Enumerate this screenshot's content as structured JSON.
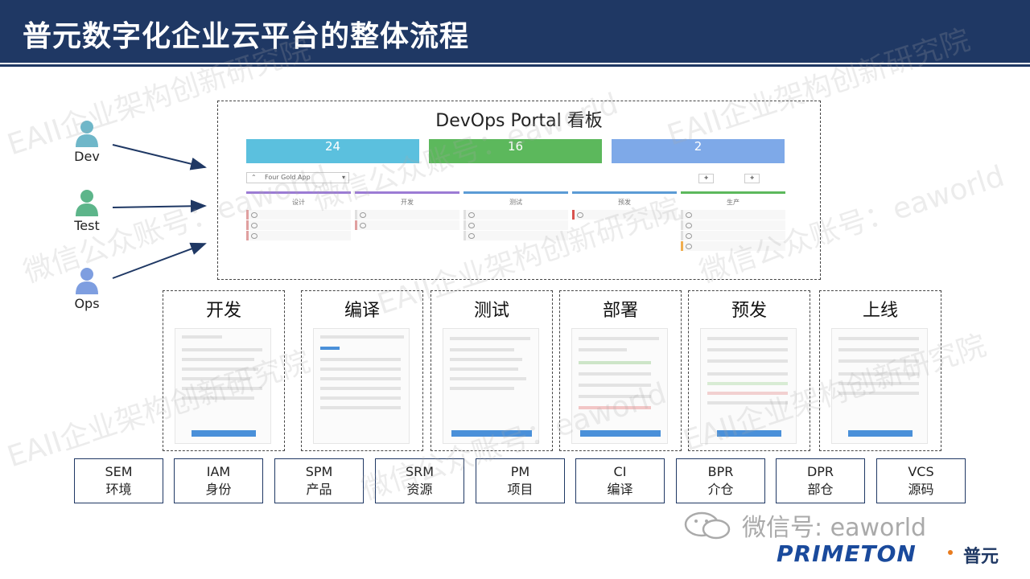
{
  "header": {
    "title": "普元数字化企业云平台的整体流程"
  },
  "roles": [
    {
      "label": "Dev"
    },
    {
      "label": "Test"
    },
    {
      "label": "Ops"
    }
  ],
  "portal": {
    "title": "DevOps Portal 看板",
    "kpis": [
      {
        "value": "24",
        "color": "#5bc0de"
      },
      {
        "value": "16",
        "color": "#5cb85c"
      },
      {
        "value": "2",
        "color": "#7ea9e8"
      }
    ],
    "app_select": "Four Gold App",
    "stages": [
      {
        "label": "设计",
        "color": "#9b7bd4"
      },
      {
        "label": "开发",
        "color": "#9b7bd4"
      },
      {
        "label": "测试",
        "color": "#5b9bd5"
      },
      {
        "label": "预发",
        "color": "#5b9bd5"
      },
      {
        "label": "生产",
        "color": "#5cb85c"
      }
    ]
  },
  "phases": [
    {
      "title": "开发"
    },
    {
      "title": "编译"
    },
    {
      "title": "测试"
    },
    {
      "title": "部署"
    },
    {
      "title": "预发"
    },
    {
      "title": "上线"
    }
  ],
  "modules": [
    {
      "code": "SEM",
      "name": "环境"
    },
    {
      "code": "IAM",
      "name": "身份"
    },
    {
      "code": "SPM",
      "name": "产品"
    },
    {
      "code": "SRM",
      "name": "资源"
    },
    {
      "code": "PM",
      "name": "项目"
    },
    {
      "code": "CI",
      "name": "编译"
    },
    {
      "code": "BPR",
      "name": "介仓"
    },
    {
      "code": "DPR",
      "name": "部仓"
    },
    {
      "code": "VCS",
      "name": "源码"
    }
  ],
  "footer": {
    "wechat": "微信号: eaworld",
    "brand": "PRIMETON",
    "brand_cn": "普元"
  },
  "watermarks": {
    "a": "EAII企业架构创新研究院",
    "b": "微信公众账号：eaworld"
  }
}
